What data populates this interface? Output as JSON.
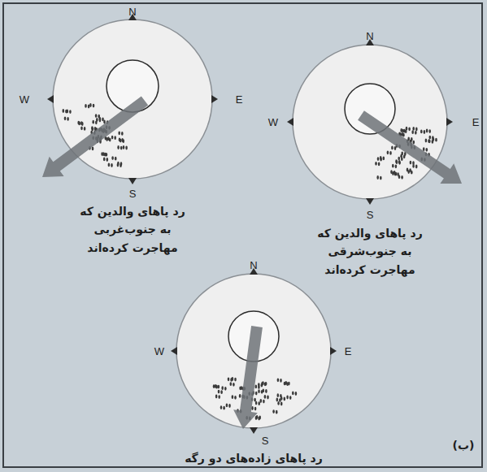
{
  "diagram": {
    "labels": [
      "N",
      "W",
      "E",
      "S",
      "رد پاهای والدین که به جنوب‌غربی مهاجرت کرده‌اند",
      "N",
      "W",
      "E",
      "S",
      "رد پاهای والدین که به جنوب‌شرقی مهاجرت کرده‌اند",
      "N",
      "W",
      "E",
      "S",
      "رد پاهای زاده‌های دو رگه",
      "(ب)"
    ]
  }
}
